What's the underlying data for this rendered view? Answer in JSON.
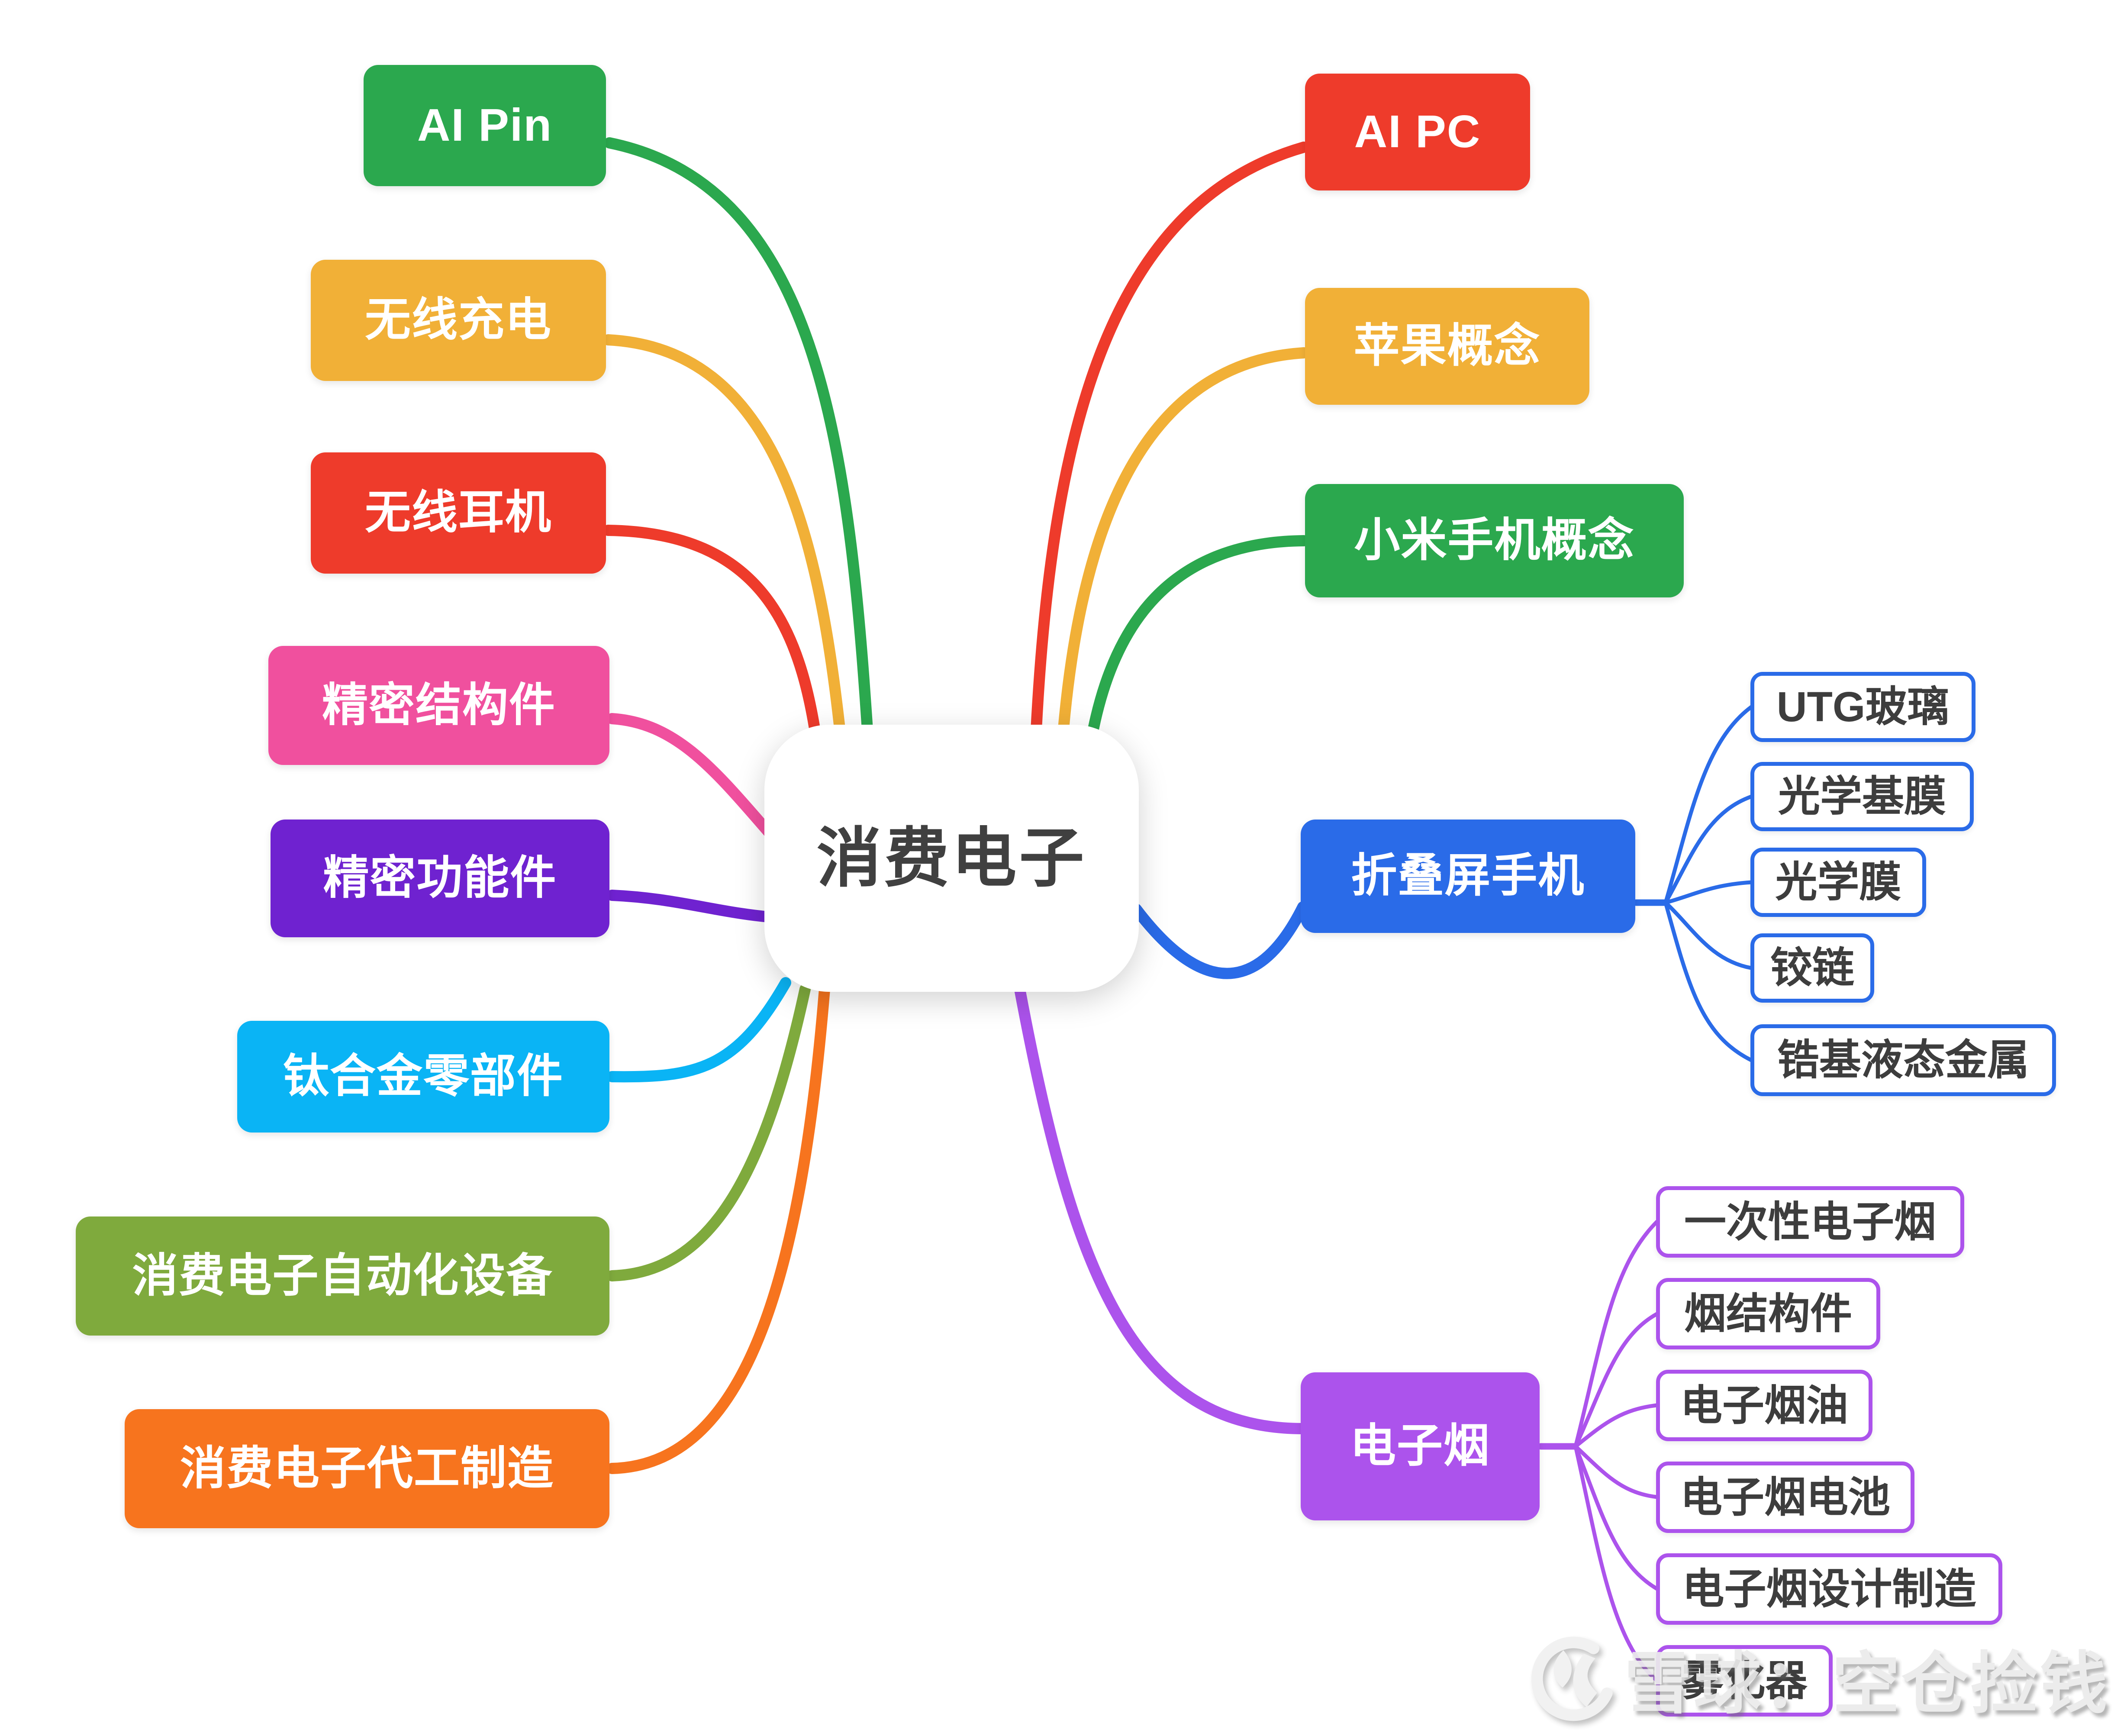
{
  "central": {
    "label": "消费电子",
    "bg": "#ffffff",
    "text_color": "#404040"
  },
  "left_branches": [
    {
      "label": "AI Pin",
      "color": "#2BA84E"
    },
    {
      "label": "无线充电",
      "color": "#F1B037"
    },
    {
      "label": "无线耳机",
      "color": "#EE3B2B"
    },
    {
      "label": "精密结构件",
      "color": "#F0509E"
    },
    {
      "label": "精密功能件",
      "color": "#6F22D0"
    },
    {
      "label": "钛合金零部件",
      "color": "#0AB4F5"
    },
    {
      "label": "消费电子自动化设备",
      "color": "#7FAA3D"
    },
    {
      "label": "消费电子代工制造",
      "color": "#F7741E"
    }
  ],
  "right_branches": [
    {
      "label": "AI PC",
      "color": "#EE3B2B",
      "children": []
    },
    {
      "label": "苹果概念",
      "color": "#F1B037",
      "children": []
    },
    {
      "label": "小米手机概念",
      "color": "#2BA84E",
      "children": []
    },
    {
      "label": "折叠屏手机",
      "color": "#2A6BE8",
      "children": [
        {
          "label": "UTG玻璃"
        },
        {
          "label": "光学基膜"
        },
        {
          "label": "光学膜"
        },
        {
          "label": "铰链"
        },
        {
          "label": "锆基液态金属"
        }
      ]
    },
    {
      "label": "电子烟",
      "color": "#AC53EC",
      "children": [
        {
          "label": "一次性电子烟"
        },
        {
          "label": "烟结构件"
        },
        {
          "label": "电子烟油"
        },
        {
          "label": "电子烟电池"
        },
        {
          "label": "电子烟设计制造"
        },
        {
          "label": "雾化器"
        }
      ]
    }
  ],
  "child_text_color": "#3D3D3D",
  "watermark": {
    "logo": "xueqiu-snowball-logo",
    "text": "雪球：空仓捡钱",
    "color": "#EBEBEB"
  }
}
